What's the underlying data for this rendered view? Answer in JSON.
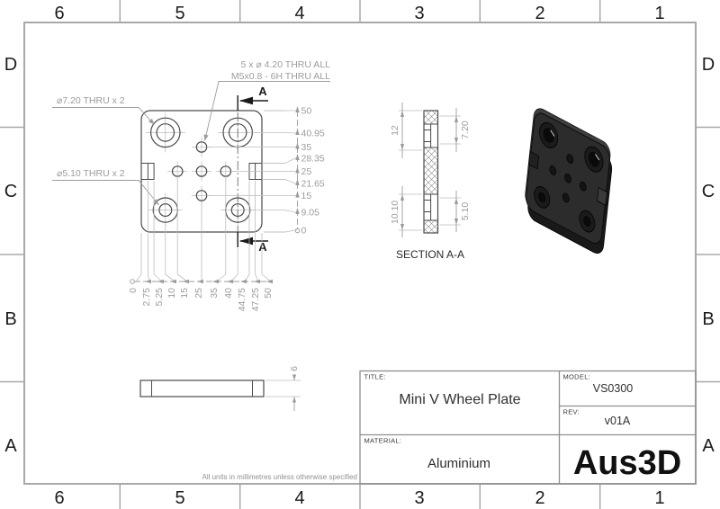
{
  "sheet": {
    "columns": [
      "6",
      "5",
      "4",
      "3",
      "2",
      "1"
    ],
    "rows": [
      "D",
      "C",
      "B",
      "A"
    ],
    "units_note": "All units in millimetres unless otherwise specified"
  },
  "title_block": {
    "title_label": "TITLE:",
    "title": "Mini V Wheel Plate",
    "model_label": "MODEL:",
    "model": "VS0300",
    "rev_label": "REV:",
    "rev": "v01A",
    "material_label": "MATERIAL:",
    "material": "Aluminium",
    "logo": "Aus3D"
  },
  "front_view": {
    "callout_tapped_line1": "5 x ⌀ 4.20 THRU ALL",
    "callout_tapped_line2": "M5x0.8 - 6H THRU ALL",
    "callout_cbore_top": "⌀7.20 THRU x 2",
    "callout_cbore_bottom": "⌀5.10 THRU x 2",
    "section_arrow_label": "A",
    "ordinates_right": [
      "50",
      "40.95",
      "35",
      "28.35",
      "25",
      "21.65",
      "15",
      "9.05",
      "0"
    ],
    "ordinates_bottom": [
      "0",
      "2.75",
      "5.25",
      "10",
      "15",
      "25",
      "35",
      "40",
      "44.75",
      "47.25",
      "50"
    ]
  },
  "section_view": {
    "label": "SECTION A-A",
    "dim_cbore_top": "12",
    "dim_thru_top": "7.20",
    "dim_cbore_bottom": "10.10",
    "dim_thru_bottom": "5.10"
  },
  "side_view": {
    "dim_thickness": "6"
  }
}
